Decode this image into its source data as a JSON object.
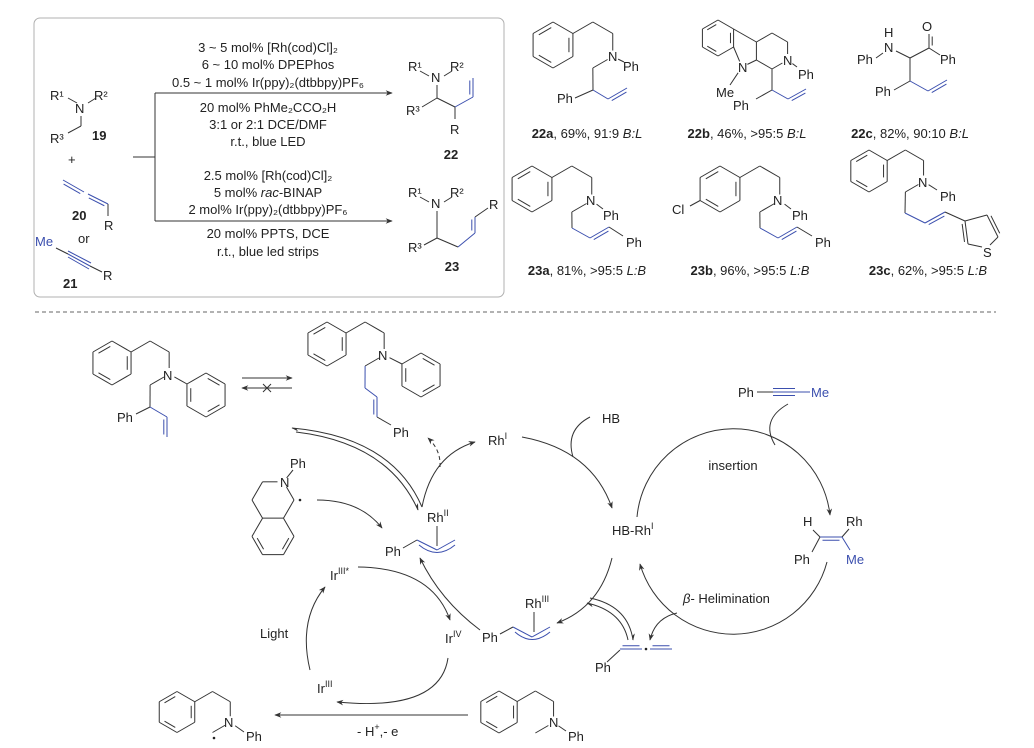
{
  "atoms": {
    "ph": "Ph",
    "n": "N",
    "me": "Me",
    "cl": "Cl",
    "s": "S",
    "h": "H",
    "o": "O",
    "rh": "Rh",
    "r": "R"
  },
  "scheme": {
    "reactant_19": {
      "r1": "R¹",
      "n": "N",
      "r2": "R²",
      "r3": "R³",
      "label": "19"
    },
    "plus": "+",
    "reactant_20": {
      "label": "20",
      "r": "R"
    },
    "or": "or",
    "reactant_21": {
      "me": "Me",
      "label": "21",
      "r": "R"
    },
    "conditions_22": {
      "above": [
        "3 ~ 5 mol% [Rh(cod)Cl]₂",
        "6 ~ 10 mol% DPEPhos",
        "0.5 ~ 1 mol% Ir(ppy)₂(dtbbpy)PF₆"
      ],
      "below": [
        "20 mol% PhMe₂CCO₂H",
        "3:1 or 2:1 DCE/DMF",
        "r.t., blue LED"
      ]
    },
    "conditions_23": {
      "above_1": "2.5 mol% [Rh(cod)Cl]₂",
      "above_2_pre": "5 mol% ",
      "above_2_italic": "rac",
      "above_2_post": "-BINAP",
      "above_3": "2 mol% Ir(ppy)₂(dtbbpy)PF₆",
      "below": [
        "20 mol% PPTS, DCE",
        "r.t., blue led strips"
      ]
    },
    "product_22": {
      "r1": "R¹",
      "n": "N",
      "r2": "R²",
      "r3": "R³",
      "r": "R",
      "label": "22"
    },
    "product_23": {
      "r1": "R¹",
      "n": "N",
      "r2": "R²",
      "r3": "R³",
      "r": "R",
      "label": "23"
    }
  },
  "examples": {
    "e22a": {
      "id": "22a",
      "rest": ", 69%, 91:9 ",
      "sel": "B:L"
    },
    "e22b": {
      "id": "22b",
      "rest": ", 46%, >95:5 ",
      "sel": "B:L"
    },
    "e22c": {
      "id": "22c",
      "rest": ", 82%, 90:10 ",
      "sel": "B:L"
    },
    "e23a": {
      "id": "23a",
      "rest": ", 81%, >95:5 ",
      "sel": "L:B"
    },
    "e23b": {
      "id": "23b",
      "rest": ", 96%, >95:5 ",
      "sel": "L:B"
    },
    "e23c": {
      "id": "23c",
      "rest": ", 62%, >95:5 ",
      "sel": "L:B"
    }
  },
  "mechanism": {
    "rh1": {
      "base": "Rh",
      "sup": "I"
    },
    "rh2": {
      "base": "Rh",
      "sup": "II"
    },
    "rh3": {
      "base": "Rh",
      "sup": "III"
    },
    "hb": "HB",
    "hbrh": {
      "base": "HB-Rh",
      "sup": "I"
    },
    "ir3star": {
      "base": "Ir",
      "sup": "III*"
    },
    "ir4": {
      "base": "Ir",
      "sup": "IV"
    },
    "ir3": {
      "base": "Ir",
      "sup": "III"
    },
    "light": "Light",
    "insertion": "insertion",
    "beta_h": {
      "beta": "β",
      "rest": "- Helimination"
    },
    "deprotonation": {
      "pre": "- H",
      "sup": "+",
      "post": ",- e"
    }
  },
  "colors": {
    "accent_blue": "#3b4fae",
    "line": "#333333",
    "box_border": "#b0b0b0"
  }
}
